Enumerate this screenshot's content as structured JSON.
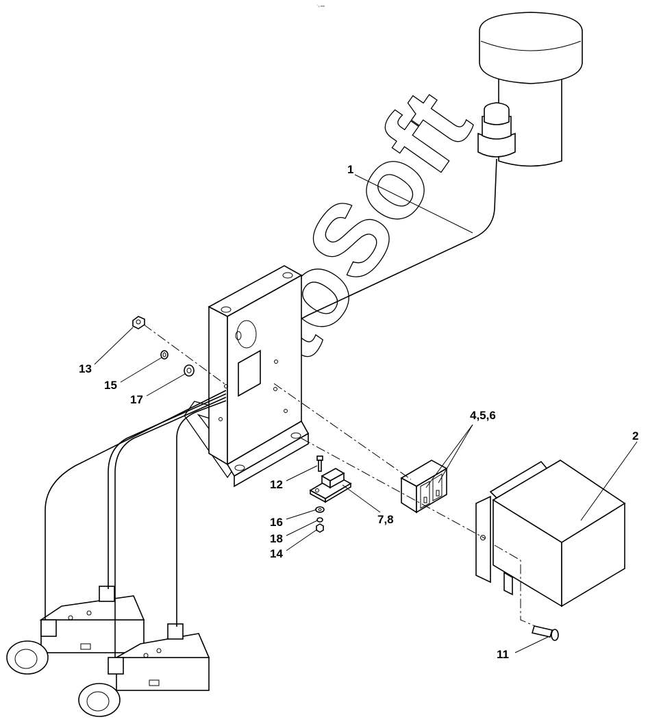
{
  "reference_mark": "⁻ₒ ₘₘ",
  "watermark": "AutoSoft",
  "callouts": {
    "c1": "1",
    "c2": "2",
    "c456": "4,5,6",
    "c78": "7,8",
    "c11": "11",
    "c12": "12",
    "c13": "13",
    "c14": "14",
    "c15": "15",
    "c16": "16",
    "c17": "17",
    "c18": "18"
  },
  "colors": {
    "ink": "#000000",
    "paper": "#ffffff"
  }
}
